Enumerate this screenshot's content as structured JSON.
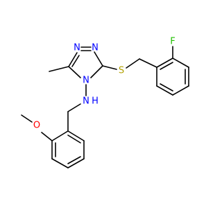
{
  "atoms": [
    {
      "symbol": "N",
      "color": "#0000ff"
    },
    {
      "symbol": "N",
      "color": "#0000ff"
    },
    {
      "symbol": "N",
      "color": "#0000ff"
    },
    {
      "symbol": "S",
      "color": "#b2a100"
    },
    {
      "symbol": "F",
      "color": "#20c000"
    },
    {
      "symbol": "N",
      "color": "#0000ff"
    },
    {
      "symbol": "H",
      "color": "#0000ff"
    },
    {
      "symbol": "O",
      "color": "#ff0000"
    }
  ],
  "colors": {
    "bond": "#000000",
    "nitrogen": "#0000ff",
    "sulfur": "#b2a100",
    "fluorine": "#20c000",
    "oxygen": "#ff0000"
  }
}
